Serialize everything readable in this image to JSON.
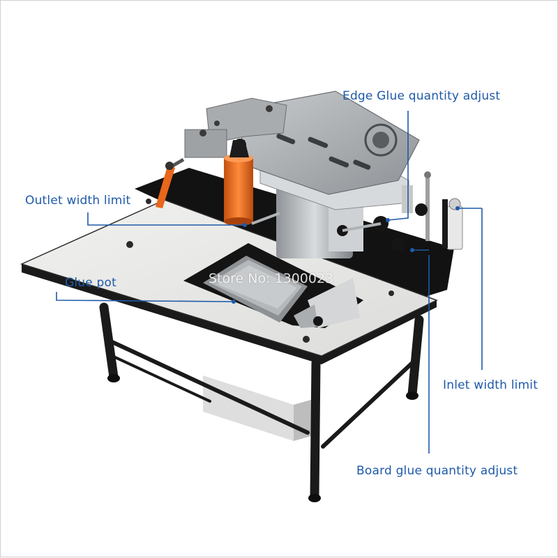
{
  "labels": {
    "edge_glue": "Edge Glue quantity adjust",
    "outlet_width": "Outlet width limit",
    "glue_pot": "Glue pot",
    "inlet_width": "Inlet width limit",
    "board_glue": "Board glue quantity adjust"
  },
  "watermark": "Store No: 1300023",
  "colors": {
    "callout": "#1e5aa8",
    "table_top": "#e6e6e4",
    "steel": "#b9bcbf",
    "orange": "#ee6b1c",
    "black": "#161616"
  }
}
